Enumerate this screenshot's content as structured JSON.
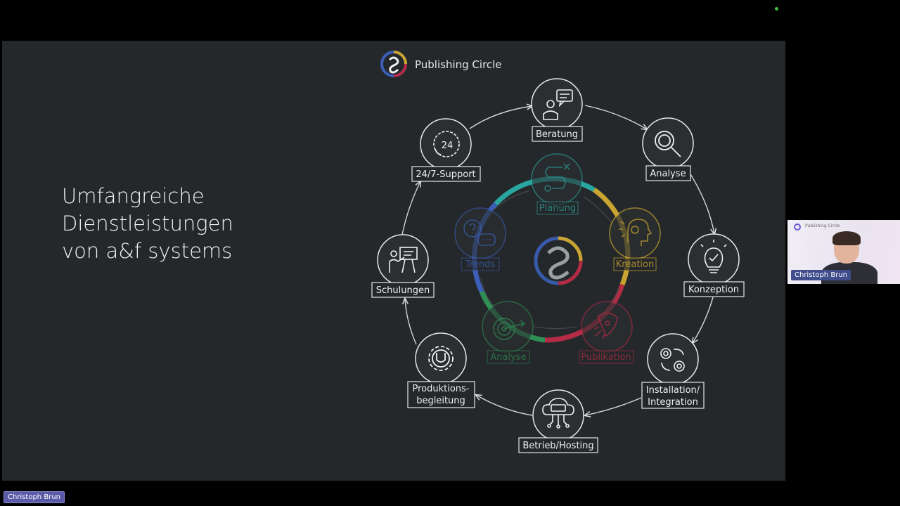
{
  "slide": {
    "headline": [
      "Umfangreiche",
      "Dienstleistungen",
      "von a&f systems"
    ],
    "brand_title": "Publishing Circle",
    "outer_nodes": [
      {
        "id": "beratung",
        "label": [
          "Beratung"
        ],
        "icon": "consulting-icon"
      },
      {
        "id": "analyse-outer",
        "label": [
          "Analyse"
        ],
        "icon": "magnifier-icon"
      },
      {
        "id": "konzeption",
        "label": [
          "Konzeption"
        ],
        "icon": "lightbulb-icon"
      },
      {
        "id": "installation",
        "label": [
          "Installation/",
          "Integration"
        ],
        "icon": "gears-icon"
      },
      {
        "id": "betrieb",
        "label": [
          "Betrieb/Hosting"
        ],
        "icon": "cloud-server-icon"
      },
      {
        "id": "produktion",
        "label": [
          "Produktions-",
          "begleitung"
        ],
        "icon": "gear-wrench-icon"
      },
      {
        "id": "schulungen",
        "label": [
          "Schulungen"
        ],
        "icon": "presentation-icon"
      },
      {
        "id": "support",
        "label": [
          "24/7-Support"
        ],
        "icon": "clock-24-icon"
      }
    ],
    "inner_nodes": [
      {
        "id": "planung",
        "label": "Planung",
        "color": "#2aa6a0",
        "icon": "route-icon"
      },
      {
        "id": "kreation",
        "label": "Kreation",
        "color": "#c9a431",
        "icon": "head-bulb-icon"
      },
      {
        "id": "publikation",
        "label": "Publikation",
        "color": "#b52b45",
        "icon": "rocket-icon"
      },
      {
        "id": "analyse-inner",
        "label": "Analyse",
        "color": "#2e8f55",
        "icon": "target-icon"
      },
      {
        "id": "trends",
        "label": "Trends",
        "color": "#3b5fb8",
        "icon": "speech-bubbles-icon"
      }
    ],
    "accent_colors": [
      "#2aa6a0",
      "#c9a431",
      "#b52b45",
      "#2e8f55",
      "#3b5fb8"
    ]
  },
  "video": {
    "pip_title": "Publishing Circle",
    "pip_name": "Christoph Brun",
    "bottom_name": "Christoph Brun"
  }
}
